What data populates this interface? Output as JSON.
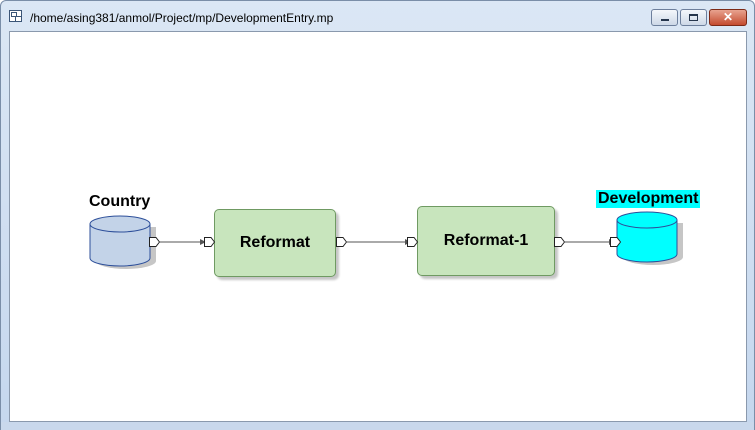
{
  "window": {
    "title": "/home/asing381/anmol/Project/mp/DevelopmentEntry.mp",
    "icons": [
      "graph-app-icon",
      "minimize-icon",
      "maximize-icon",
      "close-icon"
    ],
    "close_glyph": "✕"
  },
  "graph": {
    "nodes": {
      "country": {
        "label": "Country",
        "kind": "dataset-input",
        "fill": "#c3d3e8",
        "stroke": "#2d4f9a"
      },
      "reformat": {
        "label": "Reformat",
        "kind": "component",
        "fill": "#c8e5bd"
      },
      "reformat1": {
        "label": "Reformat-1",
        "kind": "component",
        "fill": "#c8e5bd"
      },
      "development": {
        "label": "Development",
        "kind": "dataset-output",
        "fill": "#00ffff",
        "stroke": "#2d4f9a",
        "selected": true
      }
    },
    "flows": [
      {
        "from": "Country",
        "to": "Reformat"
      },
      {
        "from": "Reformat",
        "to": "Reformat-1"
      },
      {
        "from": "Reformat-1",
        "to": "Development"
      }
    ]
  }
}
